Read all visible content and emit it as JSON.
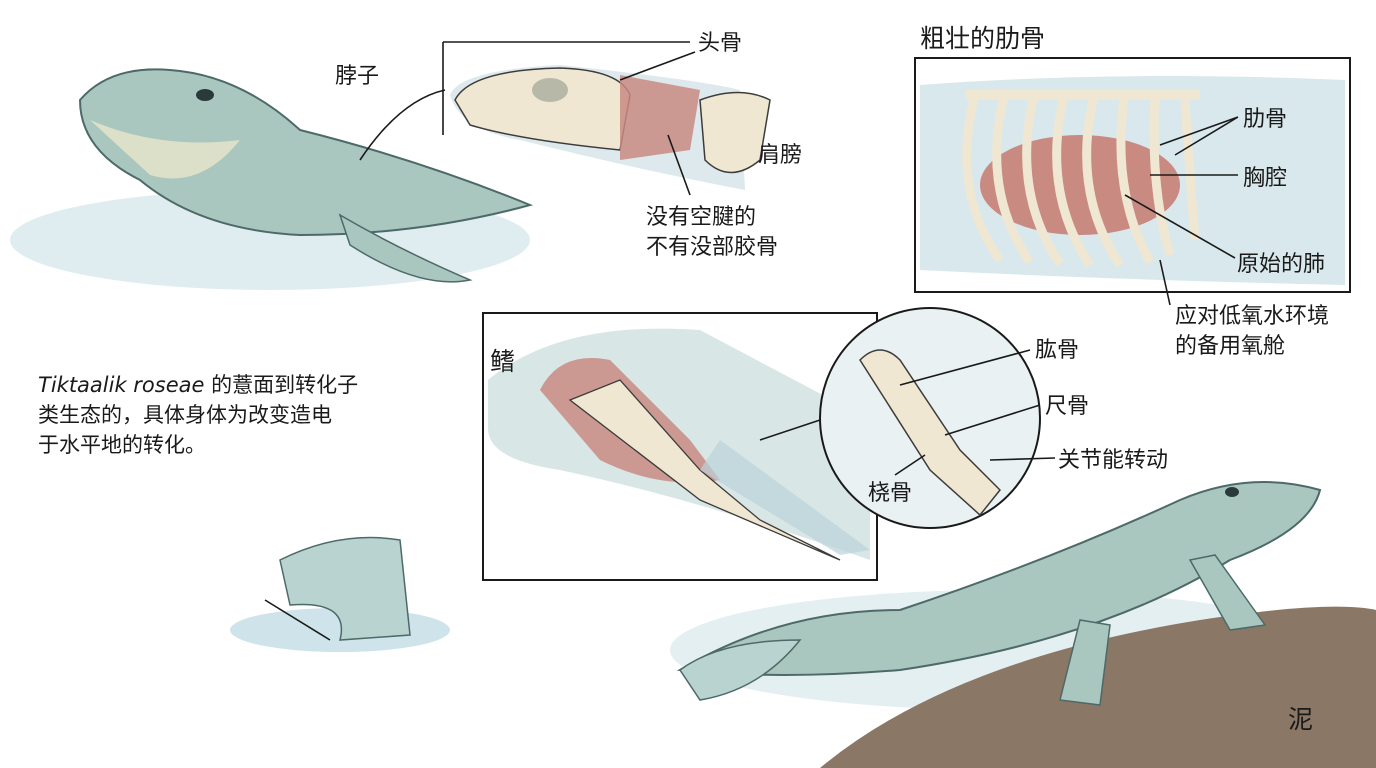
{
  "labels": {
    "neck": "脖子",
    "skull": "头骨",
    "shoulder": "肩膀",
    "no_marrow_1": "没有空腱的",
    "no_marrow_2": "不有没部胶骨",
    "ribs_title": "粗壮的肋骨",
    "ribs": "肋骨",
    "chest": "胸腔",
    "lung": "原始的肺",
    "oxygen_1": "应对低氧水环境",
    "oxygen_2": "的备用氧舱",
    "fin": "鳍",
    "humerus": "肱骨",
    "ulna": "尺骨",
    "joint": "关节能转动",
    "radius": "桡骨",
    "mud": "泥"
  },
  "description": {
    "species": "Tiktaalik roseae",
    "line1_rest": " 的薏面到转化子",
    "line2": "类生态的，具体身体为改变造电",
    "line3": "于水平地的转化。"
  },
  "colors": {
    "water": "#cfe3ea",
    "skin": "#a9c6bf",
    "bone": "#efe7d2",
    "flesh": "#c98a82",
    "mud": "#8a7766"
  }
}
